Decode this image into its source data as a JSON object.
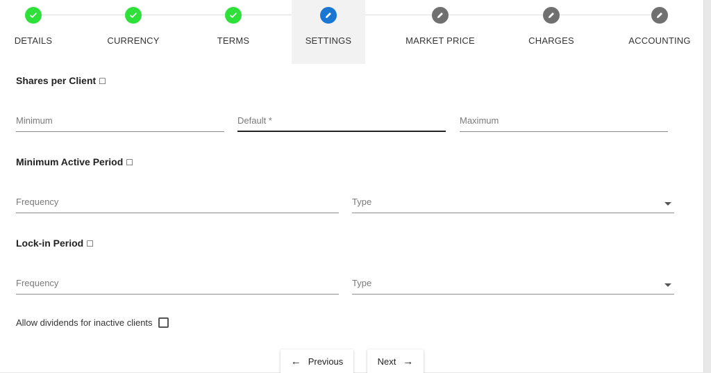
{
  "stepper": {
    "steps": [
      {
        "label": "DETAILS",
        "status": "done",
        "icon": "check-icon"
      },
      {
        "label": "CURRENCY",
        "status": "done",
        "icon": "check-icon"
      },
      {
        "label": "TERMS",
        "status": "done",
        "icon": "check-icon"
      },
      {
        "label": "SETTINGS",
        "status": "current",
        "icon": "pencil-icon"
      },
      {
        "label": "MARKET PRICE",
        "status": "todo",
        "icon": "pencil-icon"
      },
      {
        "label": "CHARGES",
        "status": "todo",
        "icon": "pencil-icon"
      },
      {
        "label": "ACCOUNTING",
        "status": "todo",
        "icon": "pencil-icon"
      }
    ],
    "colors": {
      "done": "#2fe03a",
      "current": "#1976d2",
      "todo": "#707070"
    }
  },
  "shares": {
    "title": "Shares per Client",
    "info_glyph": "☐",
    "minimum_placeholder": "Minimum",
    "default_placeholder": "Default *",
    "maximum_placeholder": "Maximum"
  },
  "active_period": {
    "title": "Minimum Active Period",
    "info_glyph": "☐",
    "frequency_placeholder": "Frequency",
    "type_placeholder": "Type"
  },
  "lockin": {
    "title": "Lock-in Period",
    "info_glyph": "☐",
    "frequency_placeholder": "Frequency",
    "type_placeholder": "Type"
  },
  "dividends": {
    "label": "Allow dividends for inactive clients",
    "checked": false
  },
  "nav": {
    "previous_label": "Previous",
    "next_label": "Next",
    "previous_arrow": "←",
    "next_arrow": "→"
  }
}
